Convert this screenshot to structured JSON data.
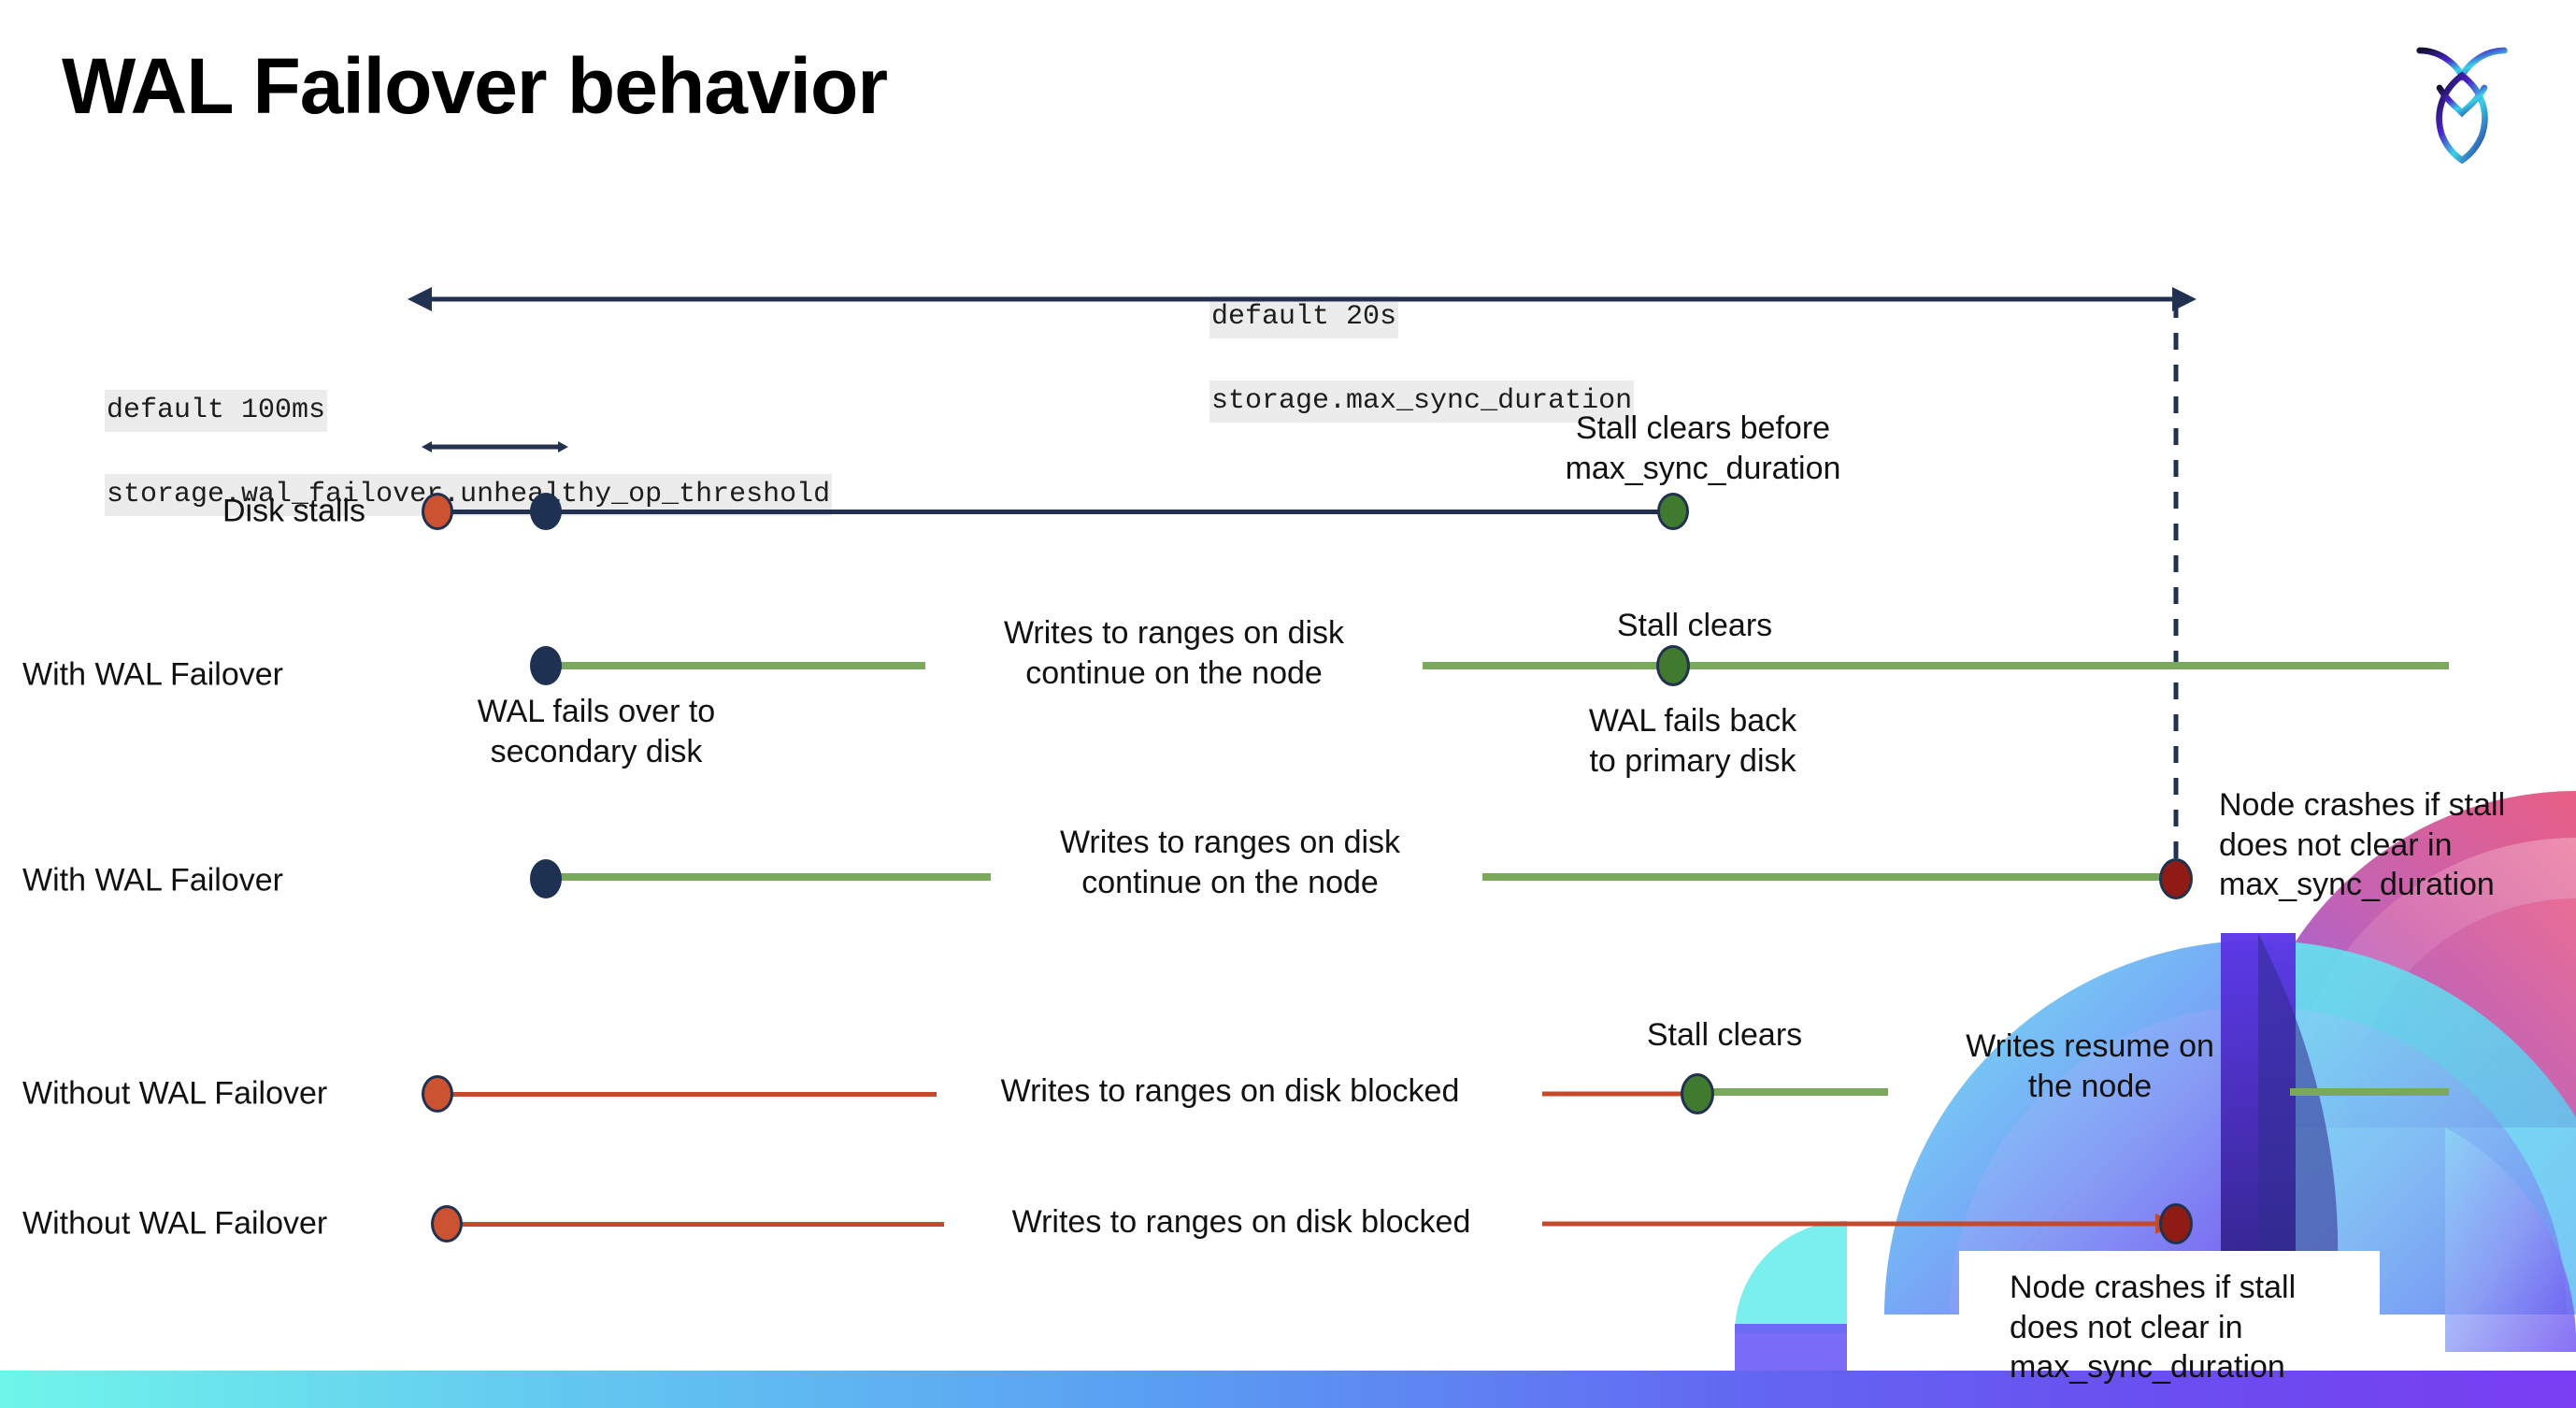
{
  "slide": {
    "title": "WAL Failover behavior",
    "logo_name": "cockroachdb-logo"
  },
  "annotations": {
    "max_sync": {
      "default": "default 20s",
      "setting": "storage.max_sync_duration"
    },
    "unhealthy": {
      "default": "default 100ms",
      "setting": "storage.wal_failover.unhealthy_op_threshold"
    }
  },
  "rows": [
    {
      "key": "disk-stalls",
      "label": "Disk stalls",
      "notes": [
        {
          "key": "stall-clears-before",
          "text": "Stall clears before\nmax_sync_duration"
        }
      ]
    },
    {
      "key": "with-wal-failover-clears",
      "label": "With WAL Failover",
      "notes": [
        {
          "key": "wal-fails-over",
          "text": "WAL fails over to\nsecondary disk"
        },
        {
          "key": "writes-continue",
          "text": "Writes to ranges on disk\ncontinue on the node"
        },
        {
          "key": "stall-clears",
          "text": "Stall clears"
        },
        {
          "key": "wal-fails-back",
          "text": "WAL fails  back\nto primary disk"
        }
      ]
    },
    {
      "key": "with-wal-failover-crash",
      "label": "With WAL Failover",
      "notes": [
        {
          "key": "writes-continue-2",
          "text": "Writes to ranges on disk\ncontinue on the node"
        },
        {
          "key": "node-crashes-1",
          "text": "Node crashes if stall\ndoes not clear in\nmax_sync_duration"
        }
      ]
    },
    {
      "key": "without-wal-failover-clears",
      "label": "Without WAL Failover",
      "notes": [
        {
          "key": "writes-blocked",
          "text": "Writes to ranges on disk  blocked"
        },
        {
          "key": "stall-clears-2",
          "text": "Stall clears"
        },
        {
          "key": "writes-resume",
          "text": "Writes resume on\nthe node"
        }
      ]
    },
    {
      "key": "without-wal-failover-crash",
      "label": "Without WAL Failover",
      "notes": [
        {
          "key": "writes-blocked-2",
          "text": "Writes to ranges on disk  blocked"
        },
        {
          "key": "node-crashes-2",
          "text": "Node crashes if stall\ndoes not clear in\nmax_sync_duration"
        }
      ]
    }
  ],
  "colors": {
    "navy": "#22314f",
    "green_line": "#7aa95c",
    "green_dot": "#3f7a2e",
    "orange": "#cb5331",
    "red_line": "#c4492a",
    "dark_red": "#8e1c14",
    "code_chip_bg": "#ececec"
  }
}
